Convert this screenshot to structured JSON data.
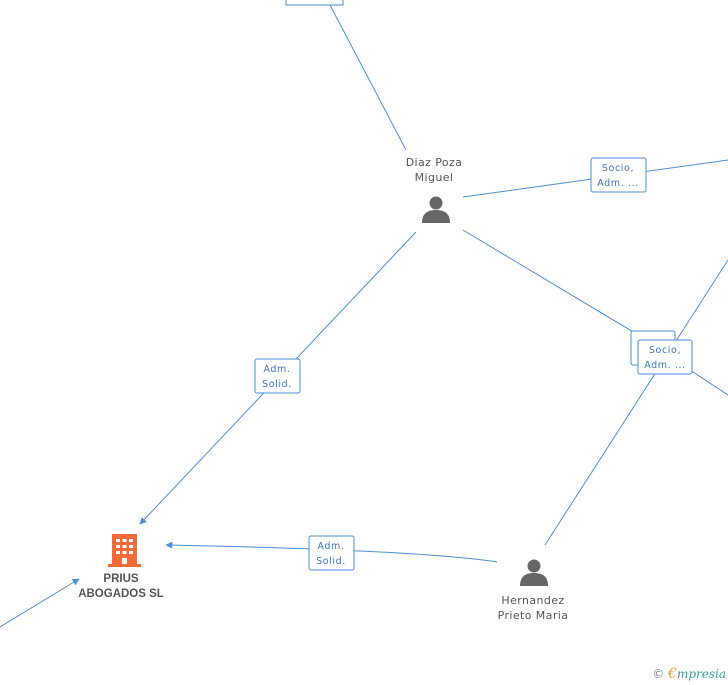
{
  "nodes": {
    "diaz": {
      "line1": "Diaz Poza",
      "line2": "Miguel"
    },
    "hernandez": {
      "line1": "Hernandez",
      "line2": "Prieto Maria"
    },
    "prius": {
      "line1": "PRIUS",
      "line2": "ABOGADOS SL"
    }
  },
  "edge_labels": {
    "socio_top_right": {
      "line1": "Socio,",
      "line2": "Adm. ..."
    },
    "adm_solid_left": {
      "line1": "Adm.",
      "line2": "Solid."
    },
    "adm_solid_bottom": {
      "line1": "Adm.",
      "line2": "Solid."
    },
    "socio_mid_right": {
      "line1": "Socio,",
      "line2": "Adm. ..."
    }
  },
  "watermark": {
    "copyright": "©",
    "e": "€",
    "brand": "mpresia"
  }
}
